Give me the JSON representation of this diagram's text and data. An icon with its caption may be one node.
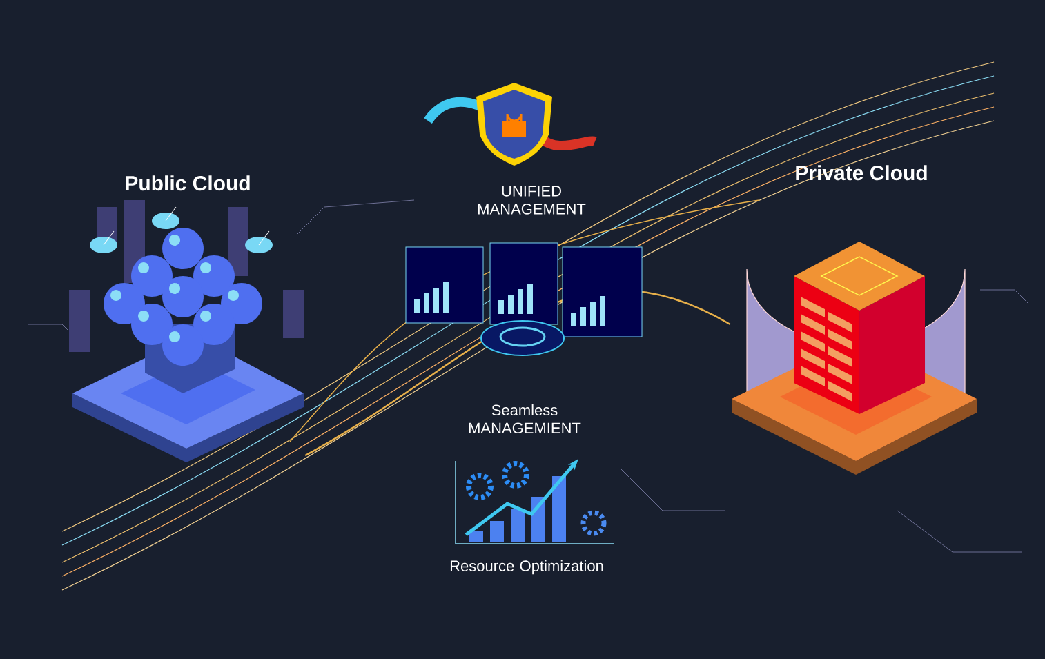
{
  "diagram": {
    "nodes": [
      {
        "text": [
          "Public Cloud"
        ]
      },
      {
        "text": [
          "Private Cloud"
        ]
      }
    ],
    "edges": [
      {
        "from": 0,
        "to": 1,
        "arrow": "none"
      }
    ],
    "labels": [
      "UNIFIED MANAGEMENT",
      "Seamless MANAGEMIENT",
      "Resource Optimization"
    ]
  }
}
